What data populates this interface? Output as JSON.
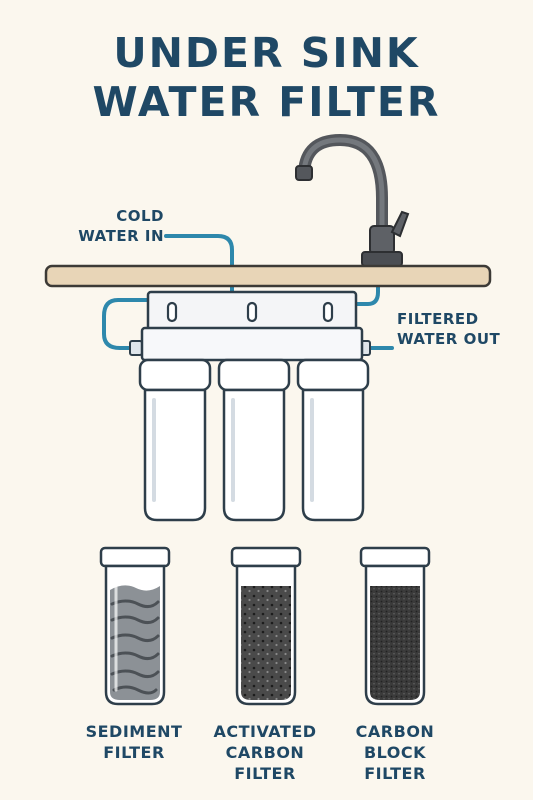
{
  "title": {
    "line1": "UNDER SINK",
    "line2": "WATER FILTER"
  },
  "callouts": {
    "inlet": {
      "line1": "COLD",
      "line2": "WATER IN"
    },
    "outlet": {
      "line1": "FILTERED",
      "line2": "WATER OUT"
    }
  },
  "cartridges": [
    {
      "line1": "SEDIMENT",
      "line2": "FILTER",
      "line3": ""
    },
    {
      "line1": "ACTIVATED",
      "line2": "CARBON",
      "line3": "FILTER"
    },
    {
      "line1": "CARBON",
      "line2": "BLOCK",
      "line3": "FILTER"
    }
  ],
  "colors": {
    "title": "#1f4865",
    "water_line": "#2e88ac",
    "countertop": "#e8d5b7",
    "faucet": "#5e6166",
    "housing": "#ffffff",
    "carbon_media": "#3b3b3b"
  }
}
